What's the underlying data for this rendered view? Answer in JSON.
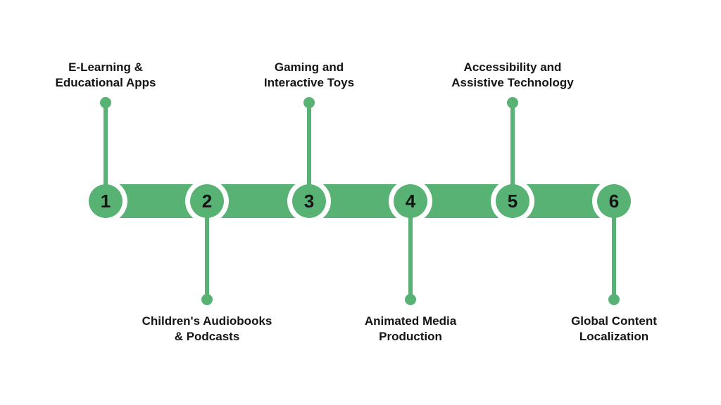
{
  "diagram": {
    "type": "timeline",
    "accent_color": "#57b274",
    "text_color": "#141414",
    "background_color": "#ffffff",
    "items": [
      {
        "number": "1",
        "label_line1": "E-Learning &",
        "label_line2": "Educational Apps",
        "label_position": "top"
      },
      {
        "number": "2",
        "label_line1": "Children's Audiobooks",
        "label_line2": "& Podcasts",
        "label_position": "bottom"
      },
      {
        "number": "3",
        "label_line1": "Gaming and",
        "label_line2": "Interactive Toys",
        "label_position": "top"
      },
      {
        "number": "4",
        "label_line1": "Animated Media",
        "label_line2": "Production",
        "label_position": "bottom"
      },
      {
        "number": "5",
        "label_line1": "Accessibility and",
        "label_line2": "Assistive Technology",
        "label_position": "top"
      },
      {
        "number": "6",
        "label_line1": "Global Content",
        "label_line2": "Localization",
        "label_position": "bottom"
      }
    ]
  }
}
